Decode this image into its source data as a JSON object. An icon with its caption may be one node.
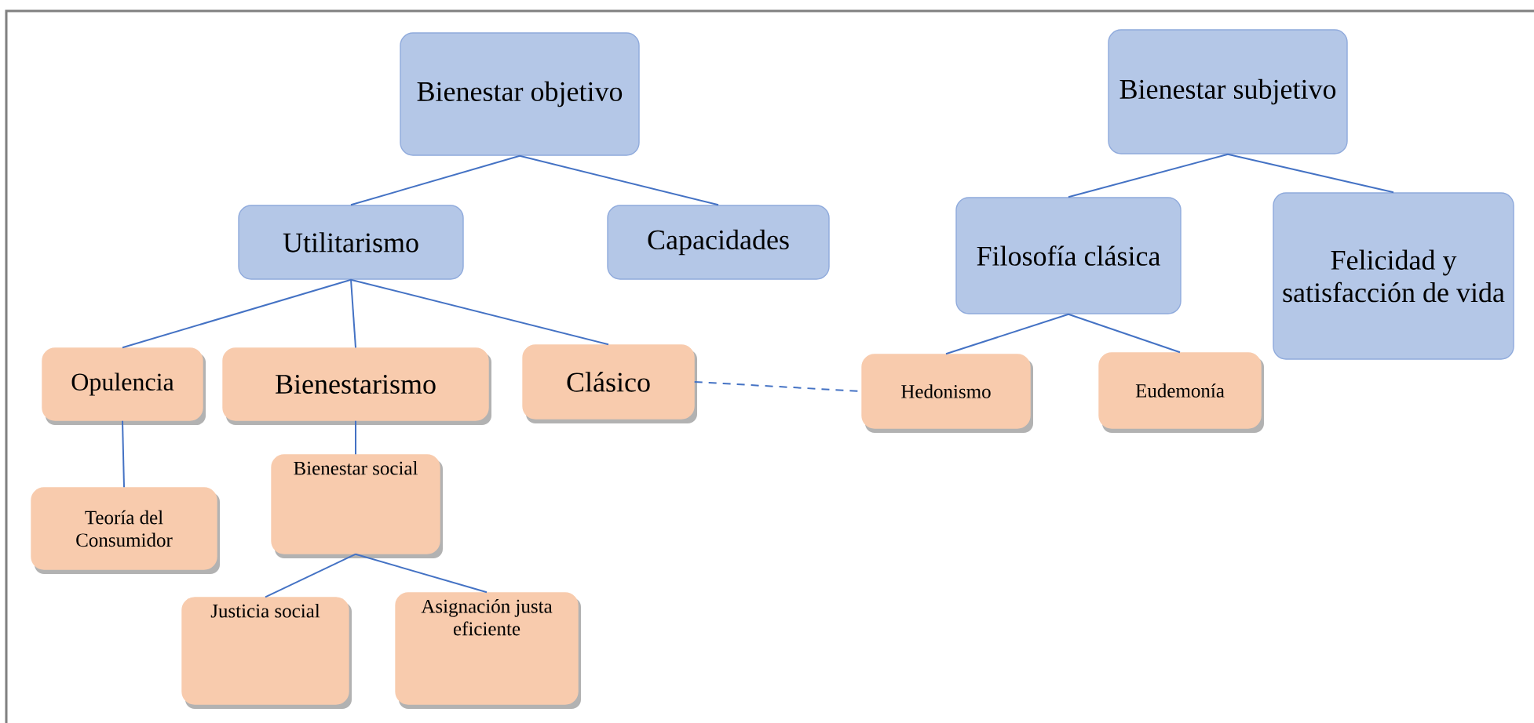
{
  "diagram": {
    "nodes": [
      {
        "text": [
          "Bienestar objetivo"
        ]
      },
      {
        "text": [
          "Utilitarismo"
        ]
      },
      {
        "text": [
          "Capacidades"
        ]
      },
      {
        "text": [
          "Opulencia"
        ]
      },
      {
        "text": [
          "Bienestarismo"
        ]
      },
      {
        "text": [
          "Clásico"
        ]
      },
      {
        "text": [
          "Teoría del Consumidor"
        ]
      },
      {
        "text": [
          "Bienestar social"
        ]
      },
      {
        "text": [
          "Justicia social"
        ]
      },
      {
        "text": [
          "Asignación justa eficiente"
        ]
      },
      {
        "text": [
          "Bienestar subjetivo"
        ]
      },
      {
        "text": [
          "Filosofía clásica"
        ]
      },
      {
        "text": [
          "Felicidad y satisfacción de vida"
        ]
      },
      {
        "text": [
          "Hedonismo"
        ]
      },
      {
        "text": [
          "Eudemonía"
        ]
      }
    ],
    "edges": [
      {
        "from": 0,
        "to": 1,
        "arrow": "none"
      },
      {
        "from": 0,
        "to": 2,
        "arrow": "none"
      },
      {
        "from": 1,
        "to": 3,
        "arrow": "none"
      },
      {
        "from": 1,
        "to": 4,
        "arrow": "none"
      },
      {
        "from": 1,
        "to": 5,
        "arrow": "none"
      },
      {
        "from": 3,
        "to": 6,
        "arrow": "none"
      },
      {
        "from": 4,
        "to": 7,
        "arrow": "none"
      },
      {
        "from": 7,
        "to": 8,
        "arrow": "none"
      },
      {
        "from": 7,
        "to": 9,
        "arrow": "none"
      },
      {
        "from": 10,
        "to": 11,
        "arrow": "none"
      },
      {
        "from": 10,
        "to": 12,
        "arrow": "none"
      },
      {
        "from": 11,
        "to": 13,
        "arrow": "none"
      },
      {
        "from": 11,
        "to": 14,
        "arrow": "none"
      },
      {
        "from": 5,
        "to": 13,
        "arrow": "none",
        "style": "dashed"
      }
    ]
  }
}
